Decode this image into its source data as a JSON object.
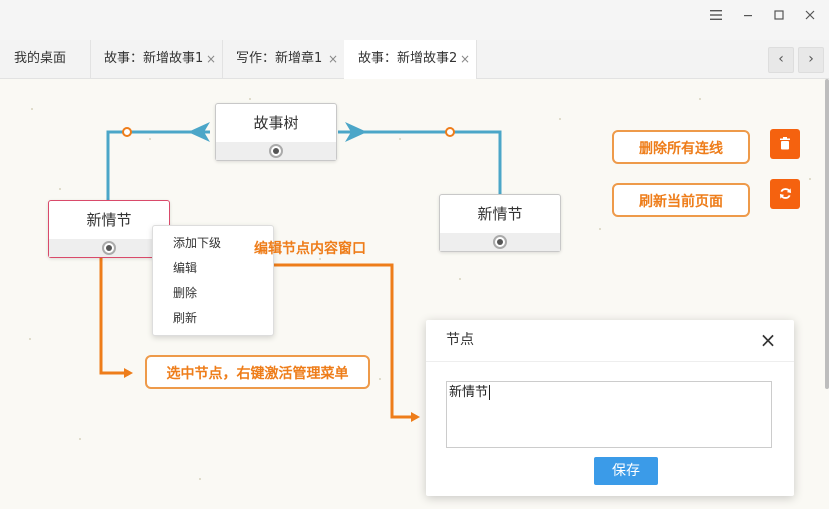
{
  "window": {
    "menu_icon": "hamburger-icon",
    "minimize_icon": "minimize-icon",
    "maximize_icon": "maximize-icon",
    "close_icon": "close-icon"
  },
  "tabs": [
    {
      "label": "我的桌面",
      "closable": false,
      "active": false
    },
    {
      "label": "故事：新增故事1",
      "closable": true,
      "active": false
    },
    {
      "label": "写作：新增章1",
      "closable": true,
      "active": false
    },
    {
      "label": "故事：新增故事2",
      "closable": true,
      "active": true
    }
  ],
  "tab_close_symbol": "×",
  "nav": {
    "prev": "‹",
    "next": "›"
  },
  "graph": {
    "root_node": "故事树",
    "child_left": "新情节",
    "child_right": "新情节",
    "line_color": "#4ba6c8"
  },
  "context_menu": {
    "items": [
      "添加下级",
      "编辑",
      "删除",
      "刷新"
    ]
  },
  "annotations": {
    "delete_all_lines": "删除所有连线",
    "refresh_page": "刷新当前页面",
    "edit_window": "编辑节点内容窗口",
    "select_node": "选中节点，右键激活管理菜单"
  },
  "buttons": {
    "delete_icon": "trash-icon",
    "refresh_icon": "refresh-icon",
    "accent": "#f5620f"
  },
  "dialog": {
    "title": "节点",
    "value": "新情节",
    "save": "保存",
    "close": "×"
  },
  "colors": {
    "annotation": "#ee7d1a",
    "selected_border": "#d94a6a",
    "primary": "#3b9be8"
  }
}
